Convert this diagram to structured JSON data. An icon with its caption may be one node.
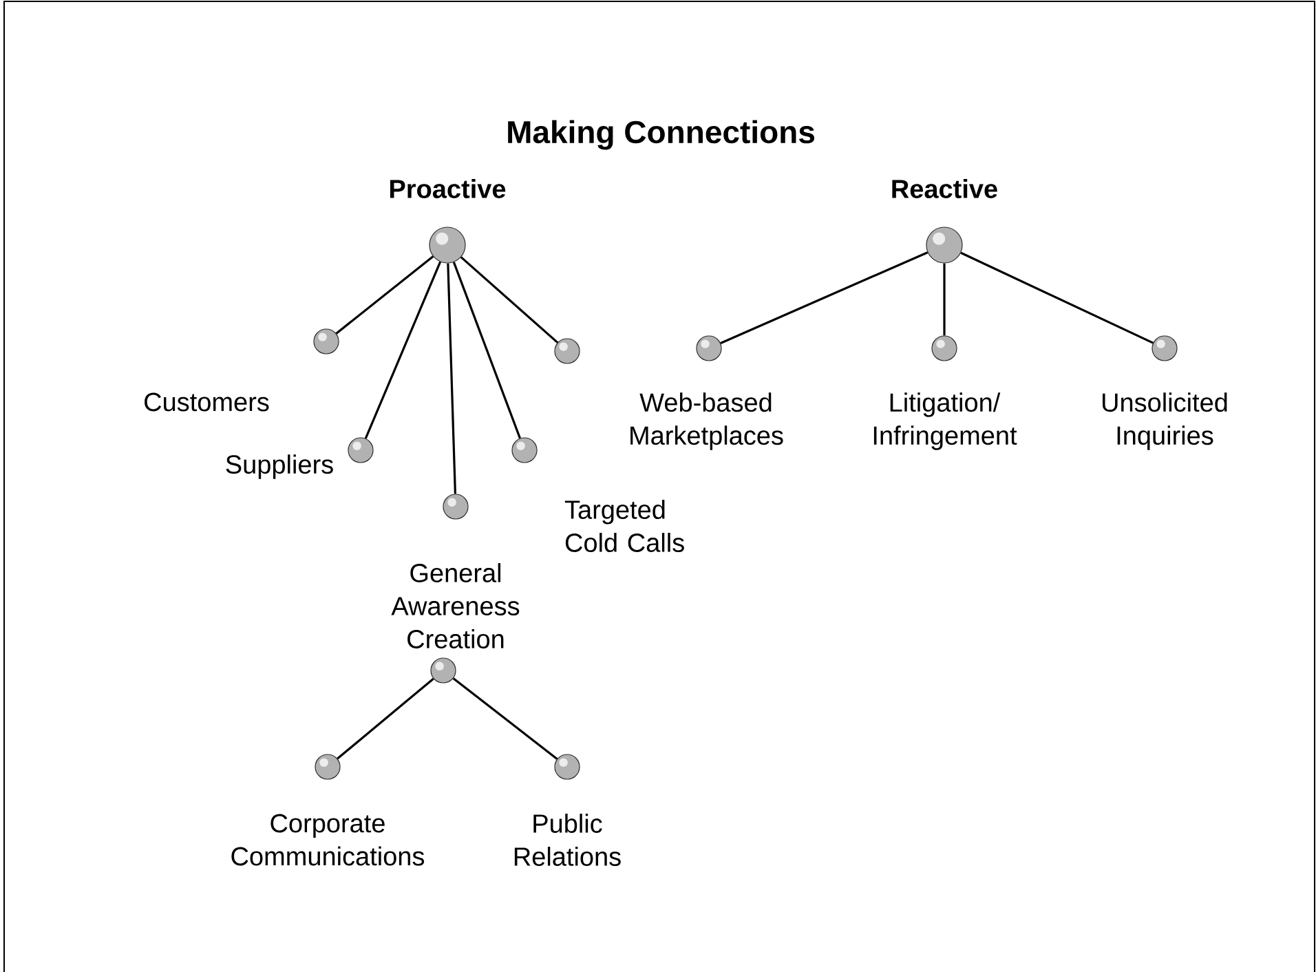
{
  "diagram": {
    "title": "Making Connections",
    "nodes": [
      {
        "text": [
          "Proactive"
        ]
      },
      {
        "text": [
          "Customers"
        ]
      },
      {
        "text": [
          "Suppliers"
        ]
      },
      {
        "text": [
          "General Awareness Creation"
        ]
      },
      {
        "text": [
          "Targeted Cold Calls"
        ]
      },
      {
        "text": [],
        "shape": "circle"
      },
      {
        "text": [
          "Reactive"
        ]
      },
      {
        "text": [
          "Web-based Marketplaces"
        ]
      },
      {
        "text": [
          "Litigation/ Infringement"
        ]
      },
      {
        "text": [
          "Unsolicited Inquiries"
        ]
      },
      {
        "text": [],
        "shape": "circle"
      },
      {
        "text": [
          "Corporate Communications"
        ]
      },
      {
        "text": [
          "Public Relations"
        ]
      }
    ],
    "edges": [
      {
        "from": 0,
        "to": 1,
        "arrow": "none"
      },
      {
        "from": 0,
        "to": 2,
        "arrow": "none"
      },
      {
        "from": 0,
        "to": 3,
        "arrow": "none"
      },
      {
        "from": 0,
        "to": 4,
        "arrow": "none"
      },
      {
        "from": 0,
        "to": 5,
        "arrow": "none"
      },
      {
        "from": 6,
        "to": 7,
        "arrow": "none"
      },
      {
        "from": 6,
        "to": 8,
        "arrow": "none"
      },
      {
        "from": 6,
        "to": 9,
        "arrow": "none"
      },
      {
        "from": 10,
        "to": 11,
        "arrow": "none"
      },
      {
        "from": 10,
        "to": 12,
        "arrow": "none"
      }
    ]
  }
}
